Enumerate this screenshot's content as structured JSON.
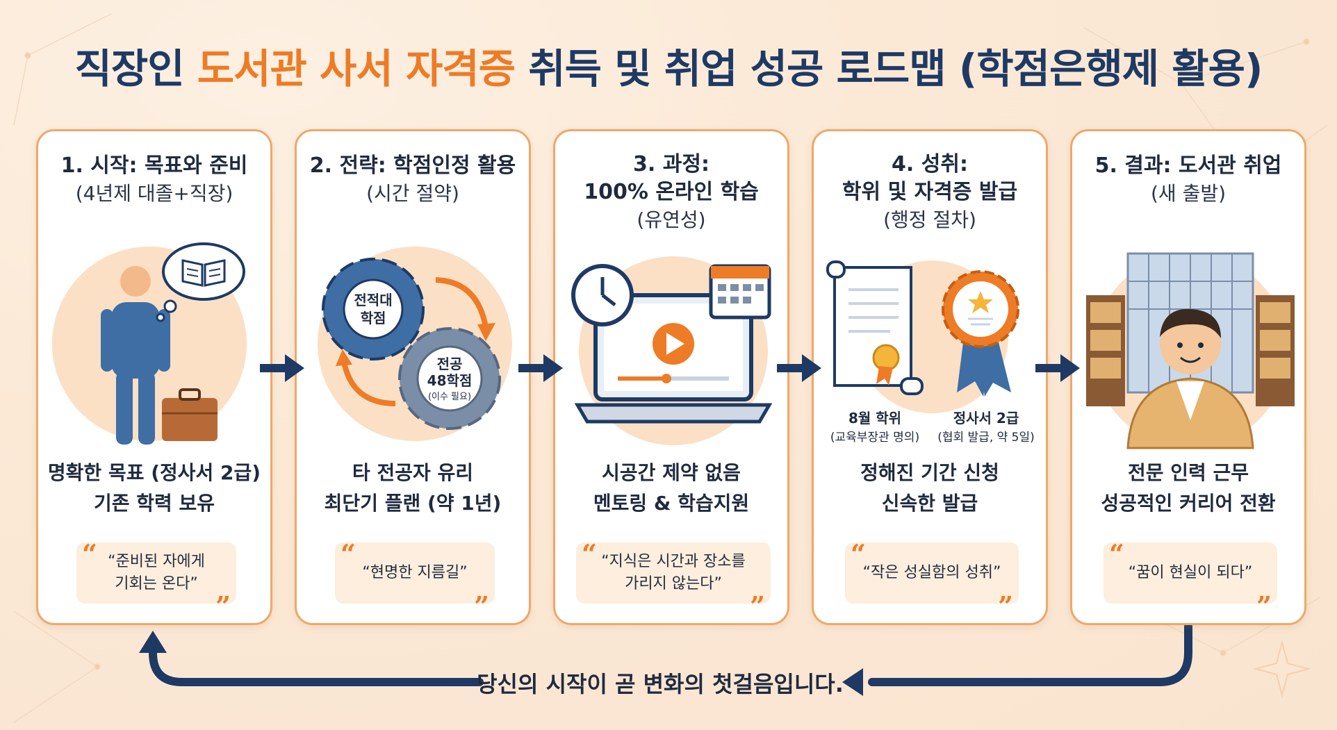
{
  "title": {
    "part1": "직장인 ",
    "highlight": "도서관 사서 자격증",
    "part2": " 취득 및 취업 성공 로드맵 (학점은행제 활용)"
  },
  "colors": {
    "accent": "#ee7b25",
    "navy": "#1e3a64",
    "card_border": "#f0a76a",
    "quote_bg": "#fdeedd"
  },
  "steps": [
    {
      "heading": [
        "1. 시작: 목표와 준비"
      ],
      "sub": "(4년제 대졸+직장)",
      "desc": [
        "명확한 목표 (정사서 2급)",
        "기존 학력 보유"
      ],
      "quote": [
        "“준비된 자에게",
        "기회는 온다”"
      ],
      "icon": "person-with-book-thought-and-briefcase"
    },
    {
      "heading": [
        "2. 전략: 학점인정 활용"
      ],
      "sub": "(시간 절약)",
      "desc": [
        "타 전공자 유리",
        "최단기 플랜 (약 1년)"
      ],
      "quote": [
        "“현명한 지름길”"
      ],
      "icon": "gears-icon",
      "gear1": [
        "전적대",
        "학점"
      ],
      "gear2": [
        "전공",
        "48학점",
        "(이수 필요)"
      ]
    },
    {
      "heading": [
        "3. 과정:",
        "100% 온라인 학습"
      ],
      "sub": "(유연성)",
      "desc": [
        "시공간 제약 없음",
        "멘토링 & 학습지원"
      ],
      "quote": [
        "“지식은 시간과 장소를",
        "가리지 않는다”"
      ],
      "icon": "laptop-video-clock-calendar"
    },
    {
      "heading": [
        "4. 성취:",
        "학위 및 자격증 발급"
      ],
      "sub": "(행정 절차)",
      "desc": [
        "정해진 기간 신청",
        "신속한 발급"
      ],
      "quote": [
        "“작은 성실함의 성취”"
      ],
      "icon": "diploma-and-ribbon-badge",
      "label_left": [
        "8월 학위",
        "(교육부장관 명의)"
      ],
      "label_right": [
        "정사서 2급",
        "(협회 발급, 약 5일)"
      ]
    },
    {
      "heading": [
        "5. 결과: 도서관 취업"
      ],
      "sub": "(새 출발)",
      "desc": [
        "전문 인력 근무",
        "성공적인 커리어 전환"
      ],
      "quote": [
        "“꿈이 현실이 되다”"
      ],
      "icon": "librarian-at-library"
    }
  ],
  "footer": "당신의 시작이 곧 변화의 첫걸음입니다."
}
